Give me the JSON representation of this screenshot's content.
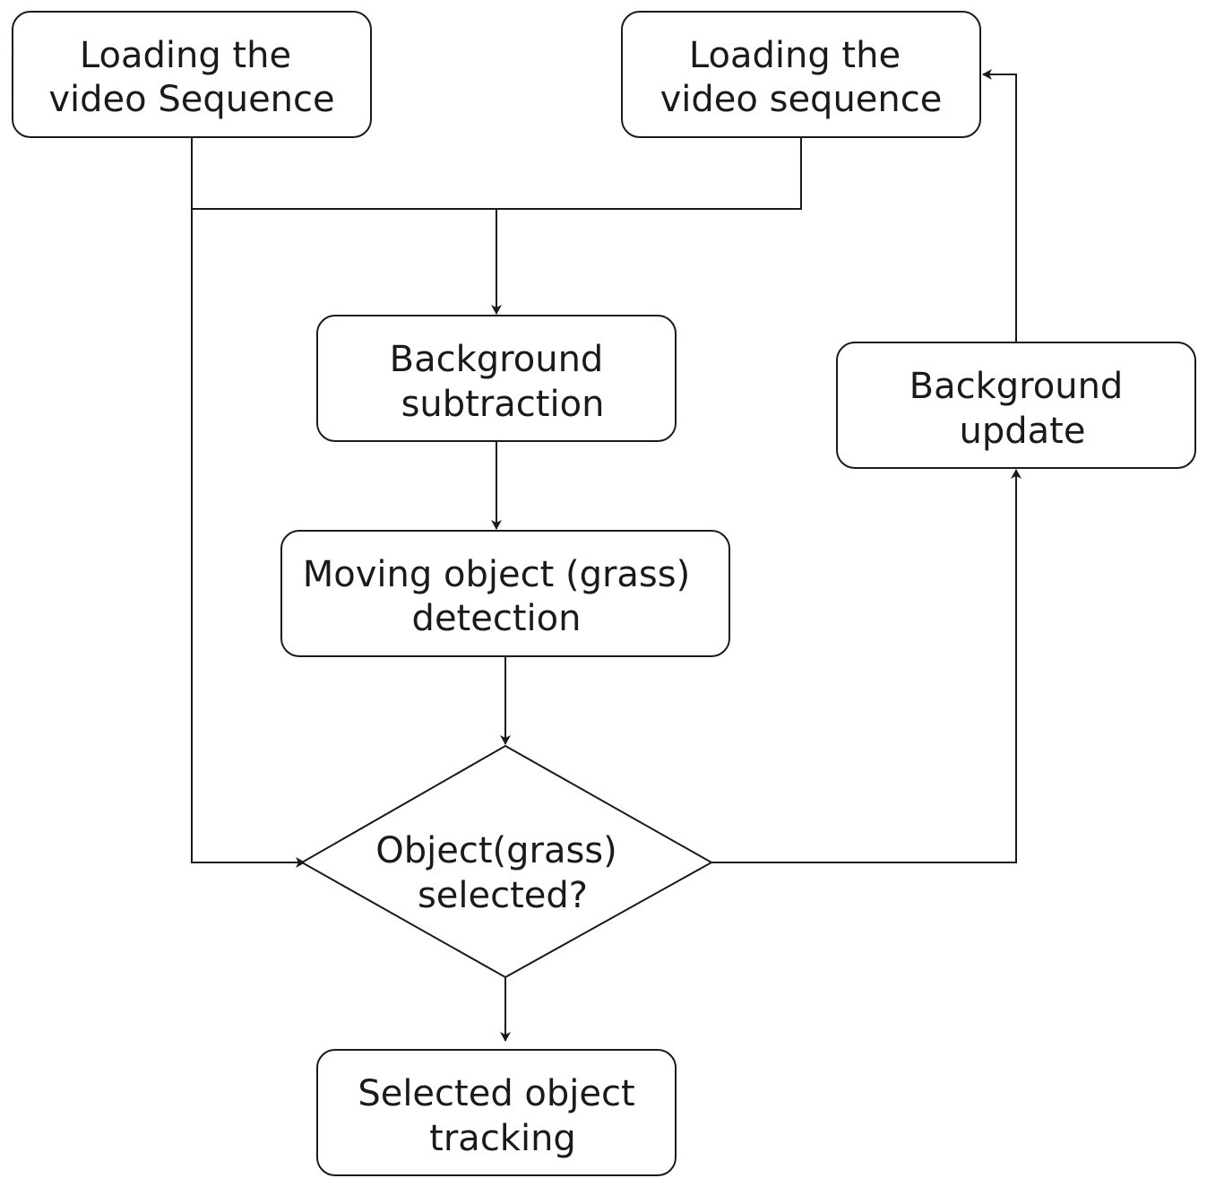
{
  "diagram": {
    "nodes": {
      "load_left": {
        "line1": "Loading the",
        "line2": "video Sequence"
      },
      "load_right": {
        "line1": "Loading the",
        "line2": "video sequence"
      },
      "bg_sub": {
        "line1": "Background",
        "line2": "subtraction"
      },
      "moving": {
        "line1": "Moving object (grass)",
        "line2": "detection"
      },
      "decision": {
        "line1": "Object(grass)",
        "line2": "selected?"
      },
      "bg_update": {
        "line1": "Background",
        "line2": "update"
      },
      "tracking": {
        "line1": "Selected object",
        "line2": "tracking"
      }
    },
    "colors": {
      "stroke": "#1a1a1a",
      "fill": "#ffffff",
      "text": "#1a1a1a"
    }
  }
}
